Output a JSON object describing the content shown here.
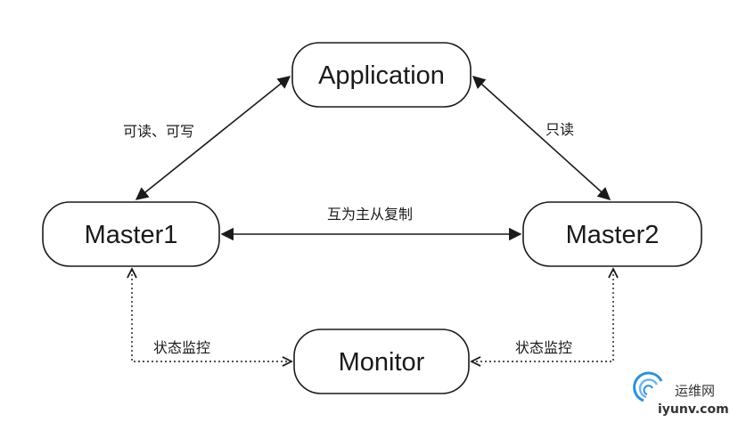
{
  "nodes": {
    "application": "Application",
    "master1": "Master1",
    "master2": "Master2",
    "monitor": "Monitor"
  },
  "edges": {
    "app_master1": "可读、可写",
    "app_master2": "只读",
    "master1_master2": "互为主从复制",
    "monitor_master1": "状态监控",
    "monitor_master2": "状态监控"
  },
  "watermark": {
    "name": "运维网",
    "url": "iyunv.com"
  },
  "colors": {
    "stroke": "#1a1a1a",
    "background": "#ffffff",
    "watermark_blue": "#2f8fd8"
  }
}
